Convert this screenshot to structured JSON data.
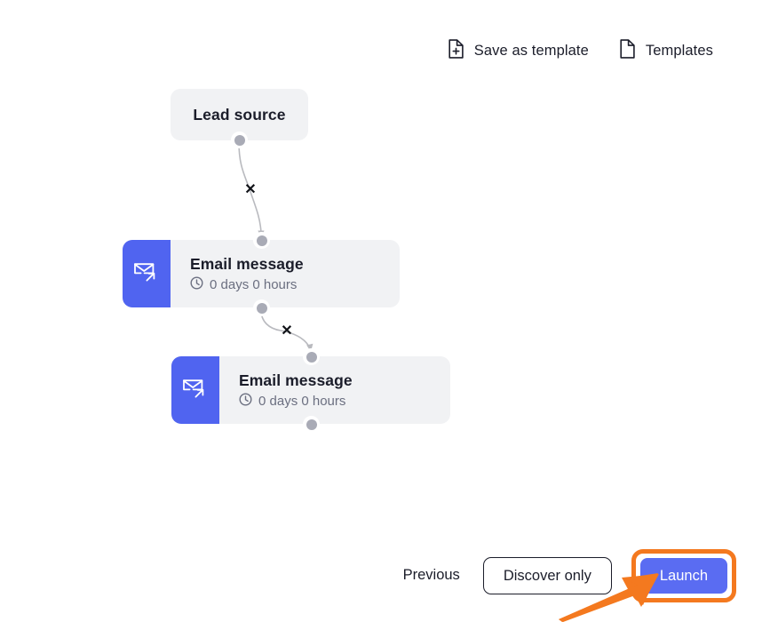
{
  "toolbar": {
    "save_as_template": {
      "label": "Save as template",
      "icon": "document-plus-icon"
    },
    "templates": {
      "label": "Templates",
      "icon": "document-icon"
    }
  },
  "canvas": {
    "nodes": [
      {
        "id": "lead-source",
        "type": "trigger",
        "title": "Lead source"
      },
      {
        "id": "email-message-1",
        "type": "email",
        "title": "Email message",
        "delay": "0 days 0 hours",
        "icon": "email-send-icon",
        "icon_color": "#5064f0"
      },
      {
        "id": "email-message-2",
        "type": "email",
        "title": "Email message",
        "delay": "0 days 0 hours",
        "icon": "email-send-icon",
        "icon_color": "#5064f0"
      }
    ],
    "edges": [
      {
        "id": "edge-1",
        "from": "lead-source",
        "to": "email-message-1",
        "delete_label": "✕"
      },
      {
        "id": "edge-2",
        "from": "email-message-1",
        "to": "email-message-2",
        "delete_label": "✕"
      }
    ]
  },
  "footer": {
    "previous_label": "Previous",
    "discover_label": "Discover only",
    "launch_label": "Launch"
  },
  "annotation": {
    "type": "arrow",
    "color": "#f4791f",
    "points_to": "launch-button"
  },
  "colors": {
    "accent_blue": "#5a6cf2",
    "node_bg": "#f1f2f4",
    "port_gray": "#a9abb6",
    "highlight_orange": "#f4791f",
    "text_primary": "#1b1d2a",
    "text_muted": "#6b6f80"
  }
}
